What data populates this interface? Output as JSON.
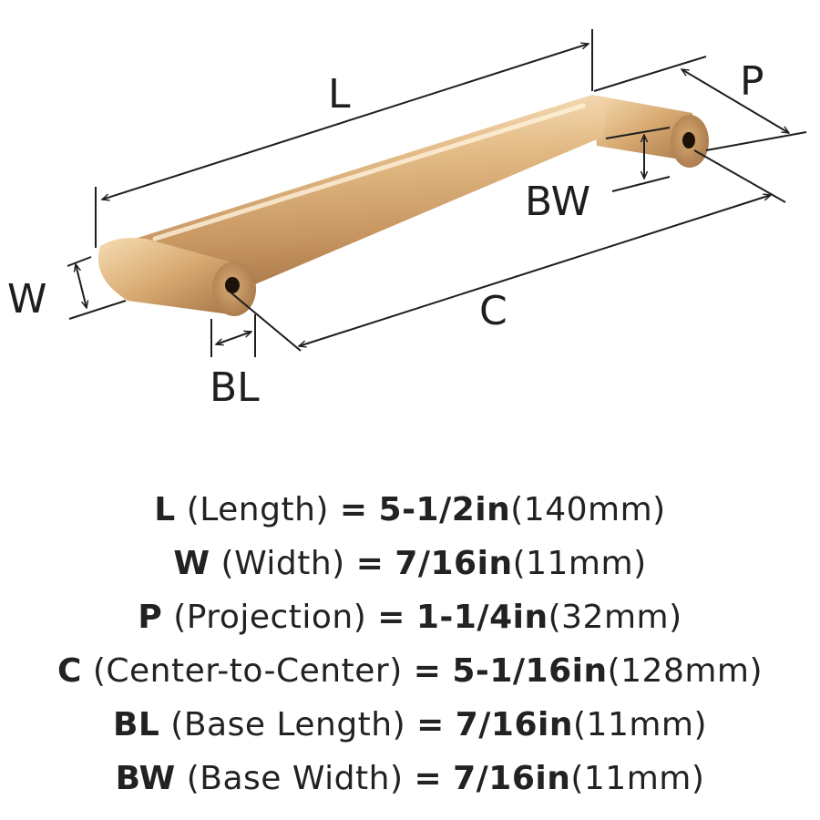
{
  "diagram": {
    "labels": {
      "L": "L",
      "P": "P",
      "BW": "BW",
      "W": "W",
      "C": "C",
      "BL": "BL"
    },
    "colors": {
      "brass_light": "#f3d6ac",
      "brass_mid": "#d3a56e",
      "brass_dark": "#9c6c3c",
      "line": "#1e1e1e"
    }
  },
  "specs": [
    {
      "code": "L",
      "name": "(Length)",
      "eq": "=",
      "inch": "5-1/2in",
      "mm": "(140mm)"
    },
    {
      "code": "W",
      "name": "(Width)",
      "eq": "=",
      "inch": "7/16in",
      "mm": "(11mm)"
    },
    {
      "code": "P",
      "name": "(Projection)",
      "eq": "=",
      "inch": "1-1/4in",
      "mm": "(32mm)"
    },
    {
      "code": "C",
      "name": "(Center-to-Center)",
      "eq": "=",
      "inch": "5-1/16in",
      "mm": "(128mm)"
    },
    {
      "code": "BL",
      "name": "(Base Length)",
      "eq": "=",
      "inch": "7/16in",
      "mm": "(11mm)"
    },
    {
      "code": "BW",
      "name": "(Base Width)",
      "eq": "=",
      "inch": "7/16in",
      "mm": "(11mm)"
    }
  ]
}
